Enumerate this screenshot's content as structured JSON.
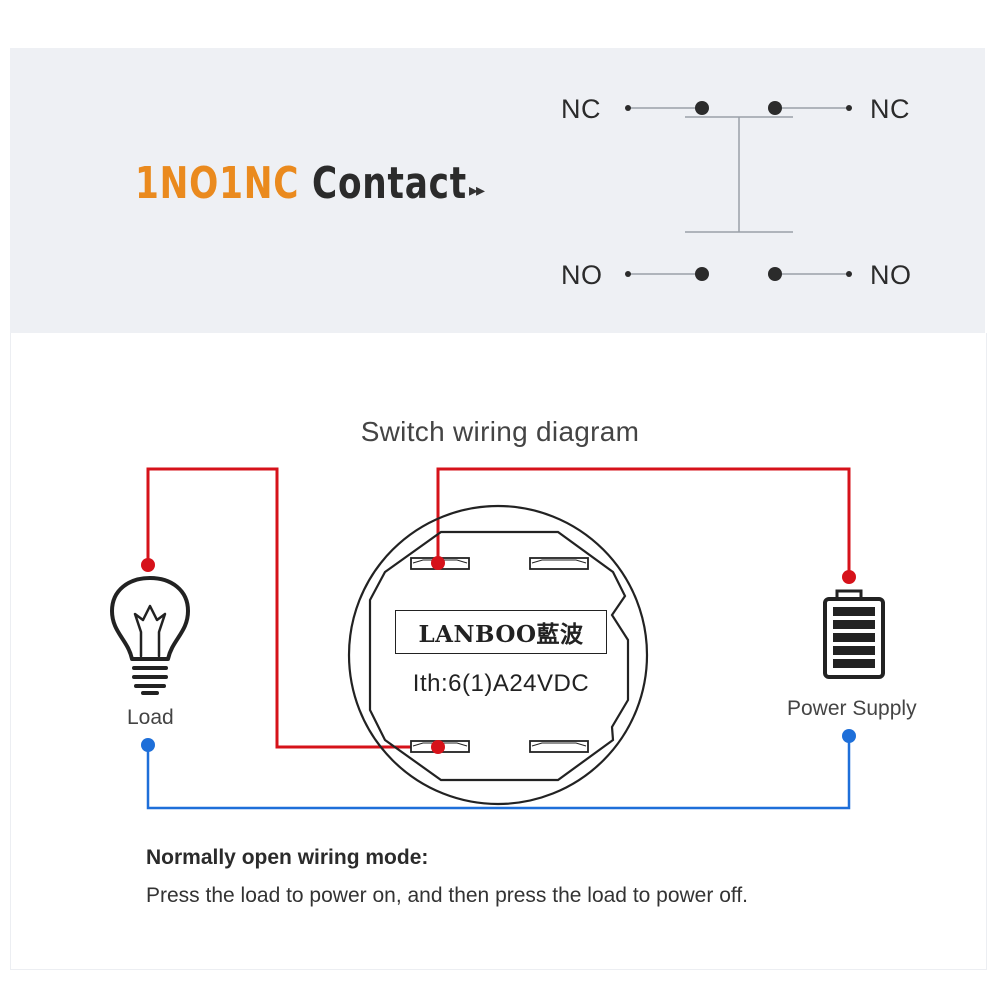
{
  "header": {
    "title_accent": "1NO1NC",
    "title_rest": "Contact",
    "arrow_glyph": "▸▸"
  },
  "contact_schematic": {
    "nc_left": "NC",
    "nc_right": "NC",
    "no_left": "NO",
    "no_right": "NO"
  },
  "wiring": {
    "title": "Switch wiring diagram",
    "load_label": "Load",
    "power_label": "Power Supply",
    "switch_brand": "LANBOO藍波",
    "switch_rating": "Ith:6(1)A24VDC",
    "colors": {
      "positive": "#d6121a",
      "negative": "#1e6fd9",
      "accent": "#ea8a1e"
    },
    "icons": [
      "light-bulb-icon",
      "battery-icon"
    ]
  },
  "note": {
    "title": "Normally open wiring mode:",
    "body": "Press the load to power on, and then press the load to power off."
  }
}
